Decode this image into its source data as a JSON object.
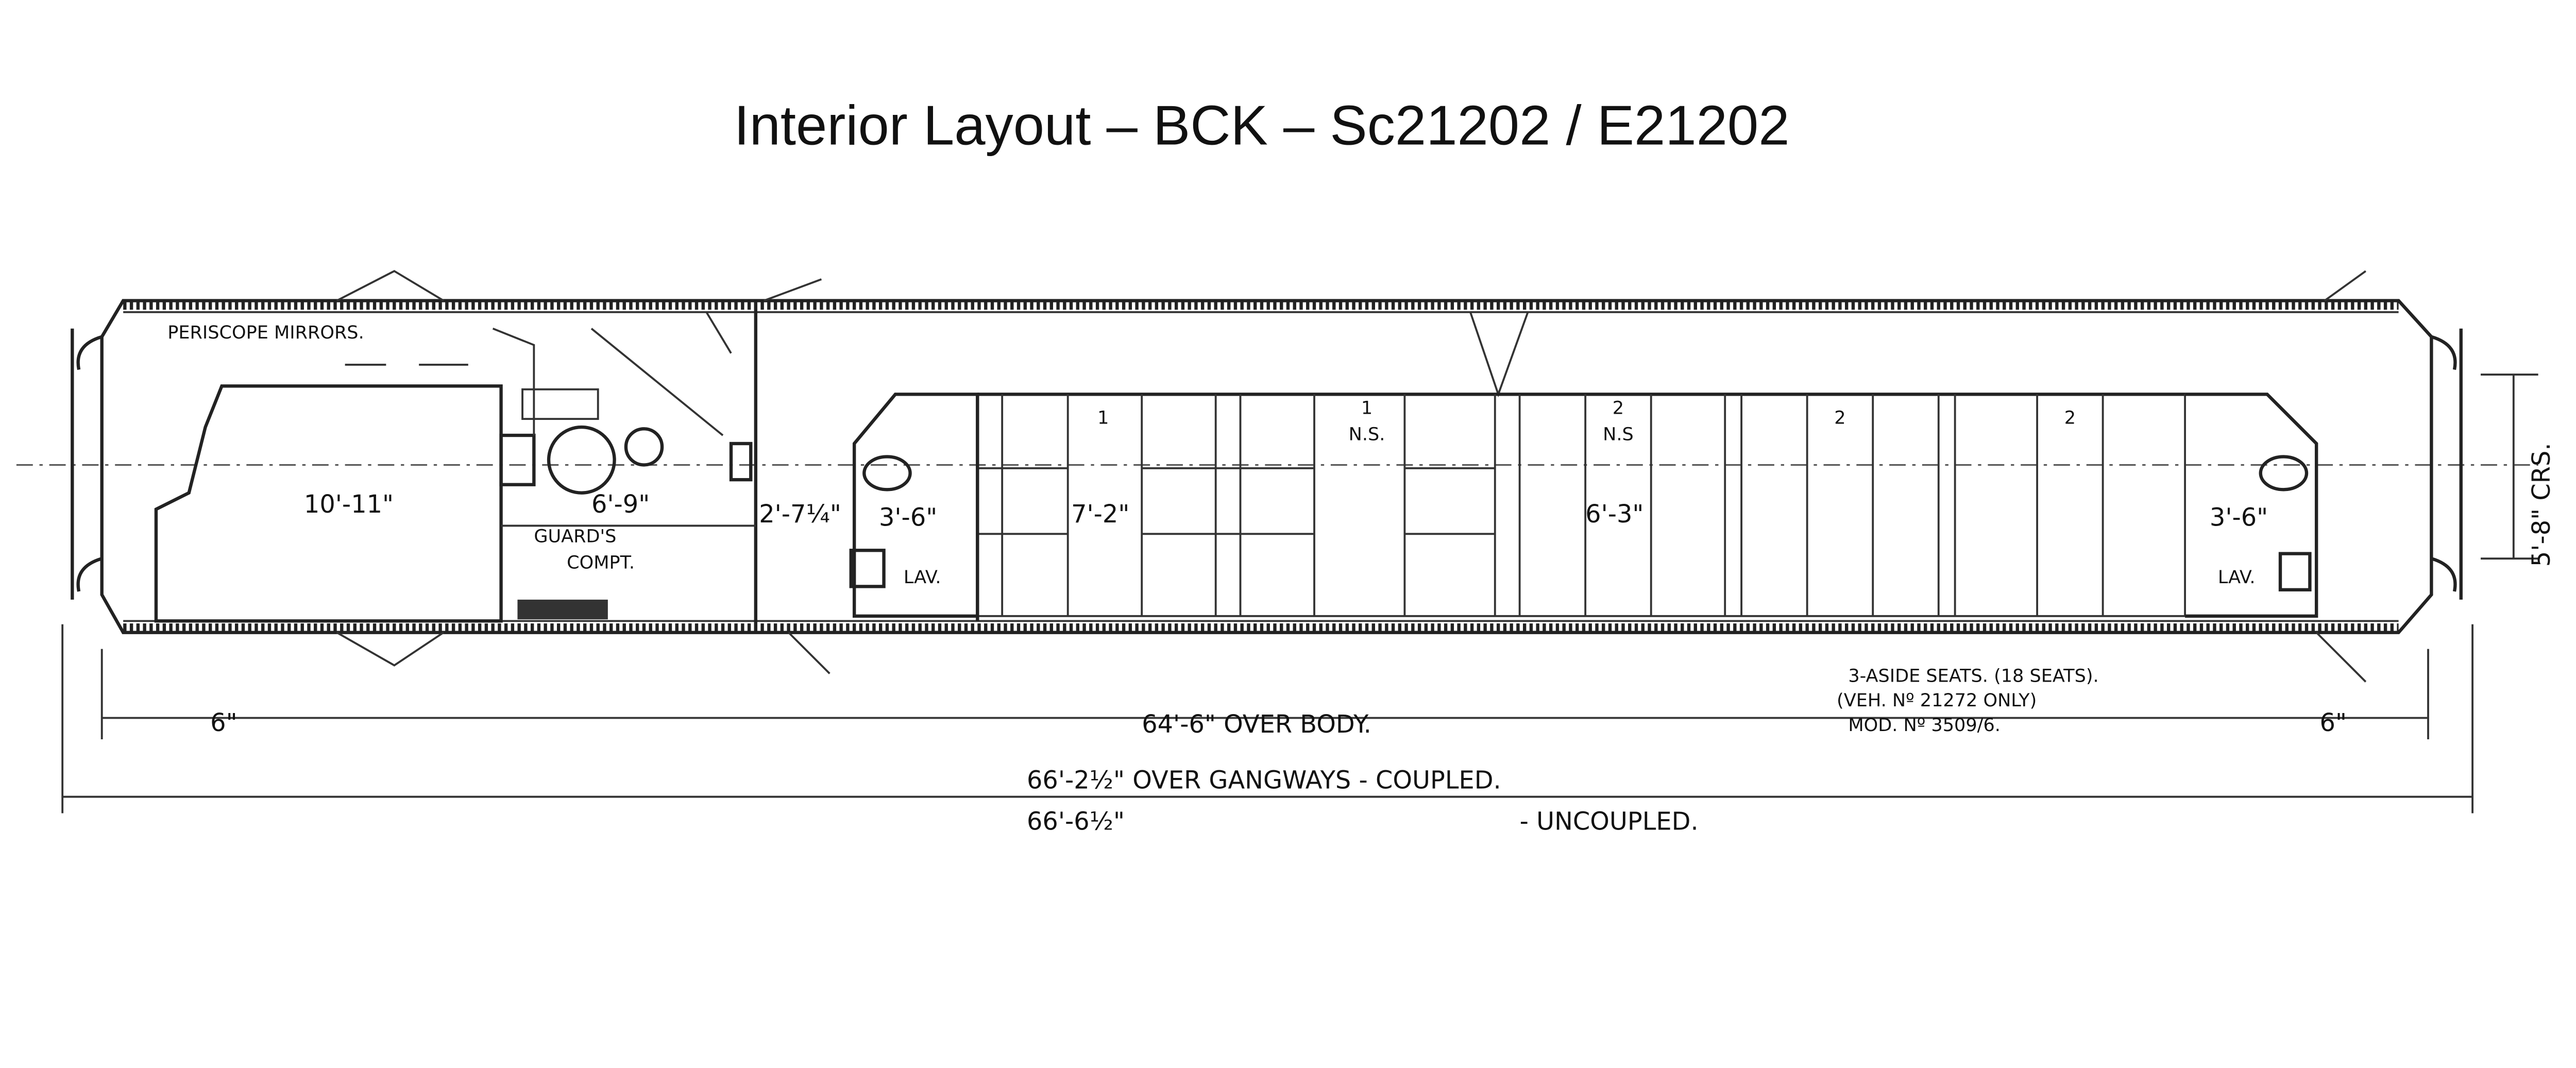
{
  "title": "Interior Layout – BCK – Sc21202 / E21202",
  "labels": {
    "periscope": "PERISCOPE MIRRORS.",
    "dim_10_11": "10'-11\"",
    "dim_6_9": "6'-9\"",
    "guards_1": "GUARD'S",
    "guards_2": "COMPT.",
    "dim_2_7": "2'-7¼\"",
    "dim_3_6_left": "3'-6\"",
    "lav_left": "LAV.",
    "dim_7_2": "7'-2\"",
    "comp_1": "1",
    "comp_1ns_num": "1",
    "comp_1ns": "N.S.",
    "comp_2ns_num": "2",
    "comp_2ns": "N.S",
    "dim_6_3": "6'-3\"",
    "comp_2a": "2",
    "comp_2b": "2",
    "dim_3_6_right": "3'-6\"",
    "lav_right": "LAV.",
    "bogie_centres": "5'-8\" CRS.",
    "end_left": "6\"",
    "end_right": "6\"",
    "over_body": "64'-6\" OVER BODY.",
    "over_gangways_coupled": "66'-2½\" OVER GANGWAYS - COUPLED.",
    "uncoupled_len": "66'-6½\"",
    "uncoupled": "- UNCOUPLED.",
    "note_1": "3-ASIDE SEATS. (18 SEATS).",
    "note_2": "(VEH. Nº 21272 ONLY)",
    "note_3": "MOD. Nº 3509/6."
  }
}
